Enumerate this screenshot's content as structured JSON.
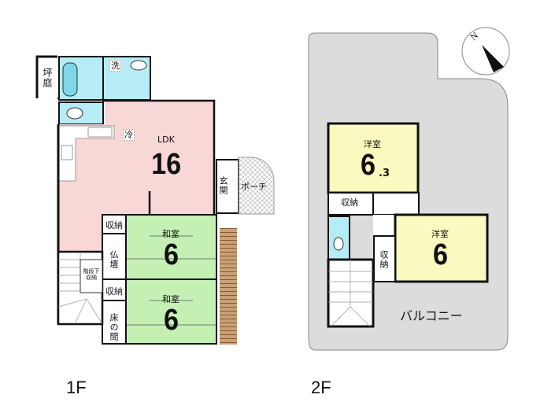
{
  "floors": [
    {
      "label": "1F",
      "rooms": [
        {
          "name": "LDK",
          "size": "16",
          "color": "#f8d7d7"
        },
        {
          "name": "和室",
          "size": "6",
          "color": "#c4f0b4",
          "position": "upper"
        },
        {
          "name": "和室",
          "size": "6",
          "color": "#c4f0b4",
          "position": "lower"
        },
        {
          "name": "洗",
          "color": "#b6ecf5"
        },
        {
          "name": "玄関"
        },
        {
          "name": "ポーチ"
        },
        {
          "name": "坪庭"
        },
        {
          "name": "仏壇"
        },
        {
          "name": "床の間"
        },
        {
          "name": "収納",
          "position": "upper"
        },
        {
          "name": "収納",
          "position": "lower"
        },
        {
          "name": "階段下収納"
        }
      ],
      "fixtures": {
        "refrigerator": "冷"
      }
    },
    {
      "label": "2F",
      "rooms": [
        {
          "name": "洋室",
          "size": "6",
          "size_decimal": ".3",
          "color": "#fafac0",
          "position": "upper"
        },
        {
          "name": "洋室",
          "size": "6",
          "color": "#fafac0",
          "position": "right"
        },
        {
          "name": "収納",
          "position": "hall"
        },
        {
          "name": "収納",
          "position": "vertical"
        },
        {
          "name": "バルコニー",
          "color": "#dcdcdc"
        }
      ]
    }
  ],
  "compass": {
    "label": "N"
  },
  "labels": {
    "ldk": "LDK",
    "ldk_size": "16",
    "washitsu1": "和室",
    "washitsu1_size": "6",
    "washitsu2": "和室",
    "washitsu2_size": "6",
    "sen": "洗",
    "genkan": "玄関",
    "porch": "ポーチ",
    "tsuboniwa": "坪庭",
    "butsudan": "仏壇",
    "tokonoma": "床の間",
    "shuno1": "収納",
    "shuno2": "収納",
    "kaidanshita": "階段下収納",
    "rei": "冷",
    "youshitsu1": "洋室",
    "youshitsu1_size": "6",
    "youshitsu1_dec": ".3",
    "youshitsu2": "洋室",
    "youshitsu2_size": "6",
    "shuno3": "収納",
    "shuno4": "収納",
    "balcony": "バルコニー",
    "floor1": "1F",
    "floor2": "2F",
    "north": "N"
  }
}
